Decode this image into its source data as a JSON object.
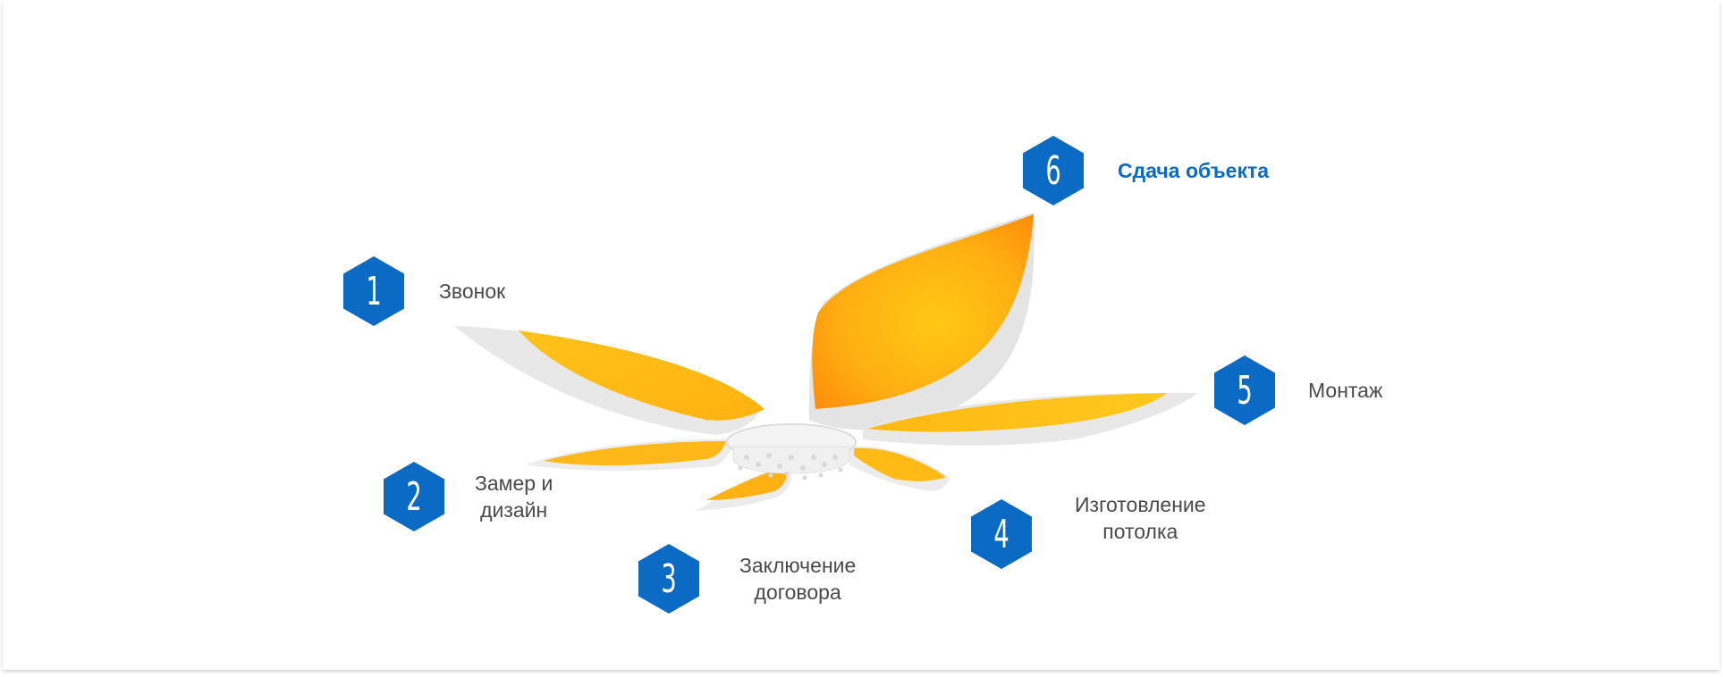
{
  "accent_color": "#0a6ac4",
  "petal_colors": {
    "yellow": "#ffc21a",
    "orange": "#ff9a0a",
    "frame": "#ececec"
  },
  "steps": [
    {
      "number": "1",
      "label_line1": "Звонок",
      "label_line2": "",
      "active": false
    },
    {
      "number": "2",
      "label_line1": "Замер и",
      "label_line2": "дизайн",
      "active": false
    },
    {
      "number": "3",
      "label_line1": "Заключение",
      "label_line2": "договора",
      "active": false
    },
    {
      "number": "4",
      "label_line1": "Изготовление",
      "label_line2": "потолка",
      "active": false
    },
    {
      "number": "5",
      "label_line1": "Монтаж",
      "label_line2": "",
      "active": false
    },
    {
      "number": "6",
      "label_line1": "Сдача объекта",
      "label_line2": "",
      "active": true
    }
  ]
}
